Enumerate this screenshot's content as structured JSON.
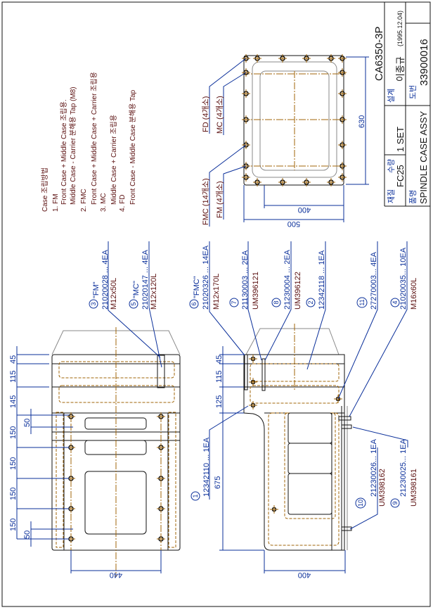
{
  "title_block": {
    "drawing_code": "CA6350-3P",
    "material_label": "재질",
    "material": "FC25",
    "qty_label": "수량",
    "qty": "1 SET",
    "designer_label": "설계",
    "designer": "이종규",
    "design_date": "(1995.12.04)",
    "part_name_label": "품명",
    "part_name": "SPINDLE CASE ASSY",
    "drawing_no_label": "도번",
    "drawing_no": "33900016"
  },
  "notes": {
    "title": "Case 조립방법",
    "items": [
      {
        "label": "1. FM",
        "lines": [
          "Front Case + Middle Case 조립용.",
          "Middle Case - Carrier 분해용 Tap (M8)"
        ]
      },
      {
        "label": "2. FMC",
        "lines": [
          "Front Case + Middle Case + Carrier 조립용"
        ]
      },
      {
        "label": "3. MC",
        "lines": [
          "Middle Case + Carrier 조립용"
        ]
      },
      {
        "label": "4. FD",
        "lines": [
          "Front Case - Middle Case 분해용 Tap"
        ]
      }
    ]
  },
  "plan_view": {
    "labels": {
      "fd": "FD (4개소)",
      "mc": "MC (4개소)",
      "fmc": "FMC (14개소)",
      "fm": "FM (4개소)"
    },
    "dims": {
      "height": "630",
      "inner_width": "400",
      "width": "500"
    }
  },
  "side_view_left": {
    "dims": [
      "45",
      "115",
      "145",
      "150",
      "150",
      "150",
      "150"
    ],
    "offset_top": "50",
    "offset_bottom": "50",
    "width": "440"
  },
  "side_view_front": {
    "dims": [
      "45",
      "115",
      "125",
      "675"
    ],
    "width": "400"
  },
  "callouts": [
    {
      "num": "3",
      "tag": "\"FM\"",
      "part": "21020028 ... 4EA",
      "spec": "M12x50L"
    },
    {
      "num": "5",
      "tag": "\"MC\"",
      "part": "21020147 ... 4EA",
      "spec": "M12x120L"
    },
    {
      "num": "6",
      "tag": "\"FMC\"",
      "part": "21020326 ... 14EA",
      "spec": "M12x170L"
    },
    {
      "num": "7",
      "part": "21130003 ... 2EA",
      "spec": "UM396121"
    },
    {
      "num": "8",
      "part": "21230004 ... 2EA",
      "spec": "UM396122"
    },
    {
      "num": "2",
      "part": "12342118 ... 1EA"
    },
    {
      "num": "11",
      "part": "27270003... 4EA"
    },
    {
      "num": "4",
      "part": "21020035... 10EA",
      "spec": "M16x60L"
    },
    {
      "num": "1",
      "part": "12342110 ... 1EA"
    },
    {
      "num": "10",
      "part": "21230026... 1EA",
      "spec": "UM398162"
    },
    {
      "num": "9",
      "part": "21230025... 1EA",
      "spec": "UM398161"
    }
  ]
}
